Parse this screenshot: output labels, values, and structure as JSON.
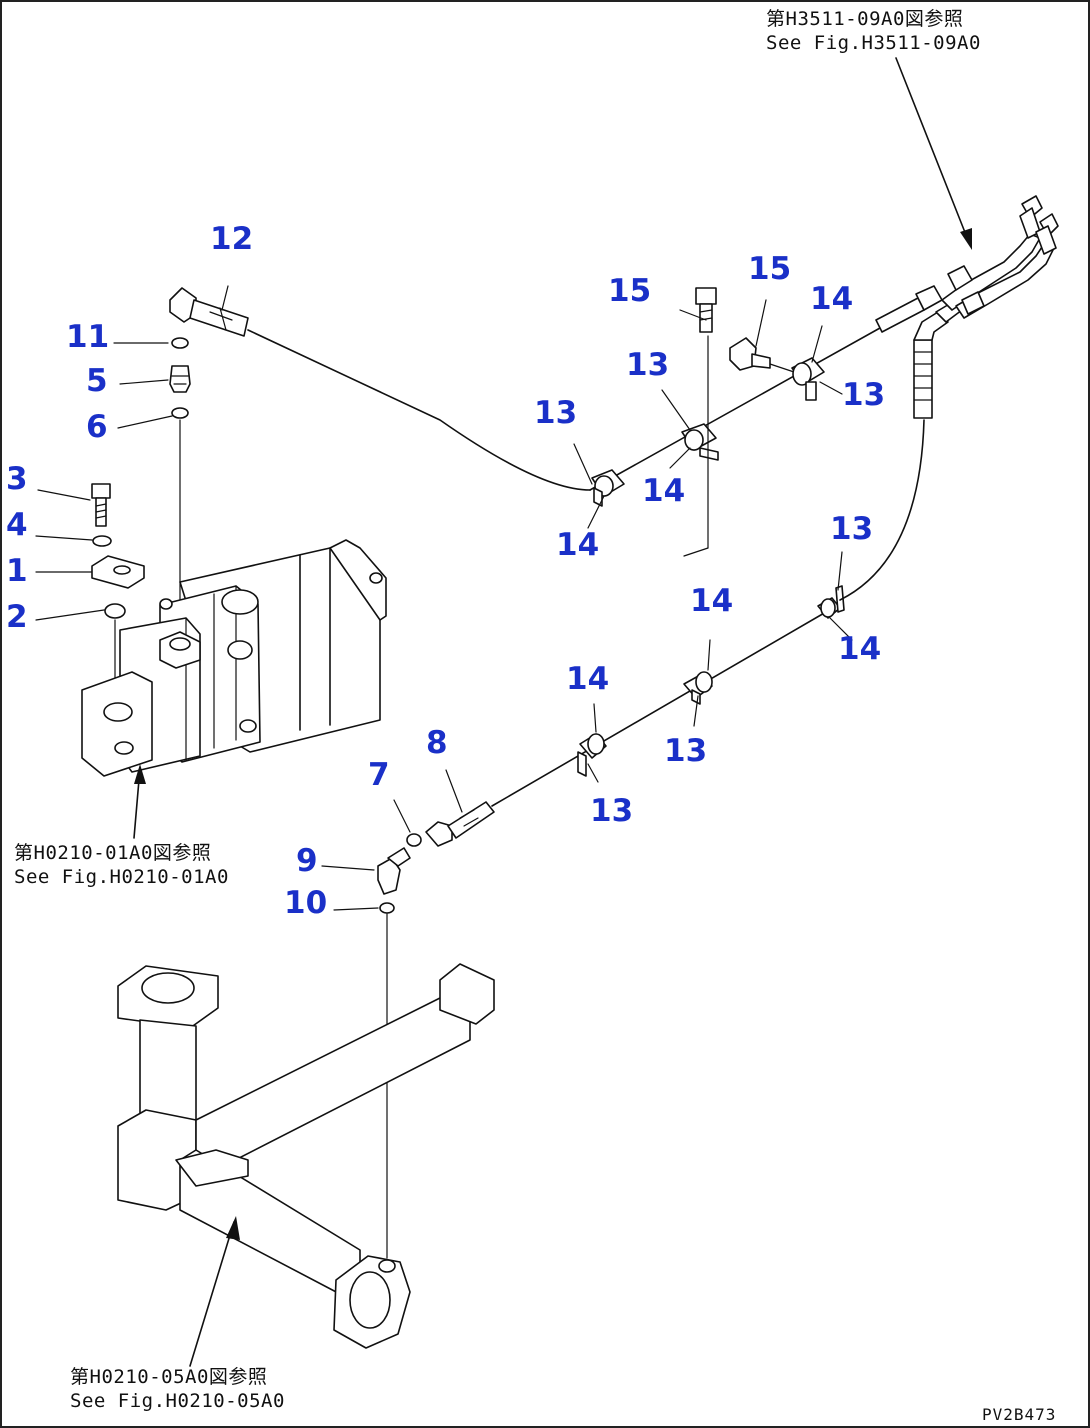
{
  "callouts": {
    "c1": "1",
    "c2": "2",
    "c3": "3",
    "c4": "4",
    "c5": "5",
    "c6": "6",
    "c7": "7",
    "c8": "8",
    "c9": "9",
    "c10": "10",
    "c11": "11",
    "c12": "12",
    "c13a": "13",
    "c13b": "13",
    "c13c": "13",
    "c13d": "13",
    "c13e": "13",
    "c13f": "13",
    "c14a": "14",
    "c14b": "14",
    "c14c": "14",
    "c14d": "14",
    "c14e": "14",
    "c14f": "14",
    "c15a": "15",
    "c15b": "15"
  },
  "references": {
    "top_right_jp": "第H3511-09A0図参照",
    "top_right_en": "See Fig.H3511-09A0",
    "pump_jp": "第H0210-01A0図参照",
    "pump_en": "See Fig.H0210-01A0",
    "tank_jp": "第H0210-05A0図参照",
    "tank_en": "See Fig.H0210-05A0"
  },
  "drawing_code": "PV2B473"
}
